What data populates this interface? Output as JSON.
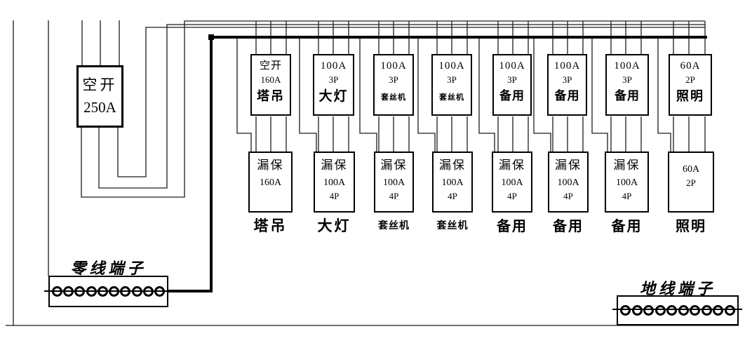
{
  "main_breaker": {
    "line1": "空开",
    "line2": "250A"
  },
  "branches": [
    {
      "breaker": {
        "line1": "空开",
        "line2": "160A",
        "line3": "塔吊"
      },
      "rcd": {
        "line1": "漏保",
        "line2": "160A",
        "line3": ""
      },
      "label": "塔吊"
    },
    {
      "breaker": {
        "line1": "100A",
        "line2": "3P",
        "line3": "大灯"
      },
      "rcd": {
        "line1": "漏保",
        "line2": "100A",
        "line3": "4P"
      },
      "label": "大灯"
    },
    {
      "breaker": {
        "line1": "100A",
        "line2": "3P",
        "line3": "套丝机"
      },
      "rcd": {
        "line1": "漏保",
        "line2": "100A",
        "line3": "4P"
      },
      "label": "套丝机"
    },
    {
      "breaker": {
        "line1": "100A",
        "line2": "3P",
        "line3": "套丝机"
      },
      "rcd": {
        "line1": "漏保",
        "line2": "100A",
        "line3": "4P"
      },
      "label": "套丝机"
    },
    {
      "breaker": {
        "line1": "100A",
        "line2": "3P",
        "line3": "备用"
      },
      "rcd": {
        "line1": "漏保",
        "line2": "100A",
        "line3": "4P"
      },
      "label": "备用"
    },
    {
      "breaker": {
        "line1": "100A",
        "line2": "3P",
        "line3": "备用"
      },
      "rcd": {
        "line1": "漏保",
        "line2": "100A",
        "line3": "4P"
      },
      "label": "备用"
    },
    {
      "breaker": {
        "line1": "100A",
        "line2": "3P",
        "line3": "备用"
      },
      "rcd": {
        "line1": "漏保",
        "line2": "100A",
        "line3": "4P"
      },
      "label": "备用"
    },
    {
      "breaker": {
        "line1": "60A",
        "line2": "2P",
        "line3": "照明"
      },
      "rcd": {
        "line1": "",
        "line2": "60A",
        "line3": "2P"
      },
      "label": "照明"
    }
  ],
  "neutral_terminal": {
    "label": "零线端子",
    "terminal_count": 10
  },
  "ground_terminal": {
    "label": "地线端子",
    "terminal_count": 10
  },
  "colors": {
    "line": "#1c1c1c",
    "thick_line": "#000000",
    "background": "#ffffff"
  }
}
